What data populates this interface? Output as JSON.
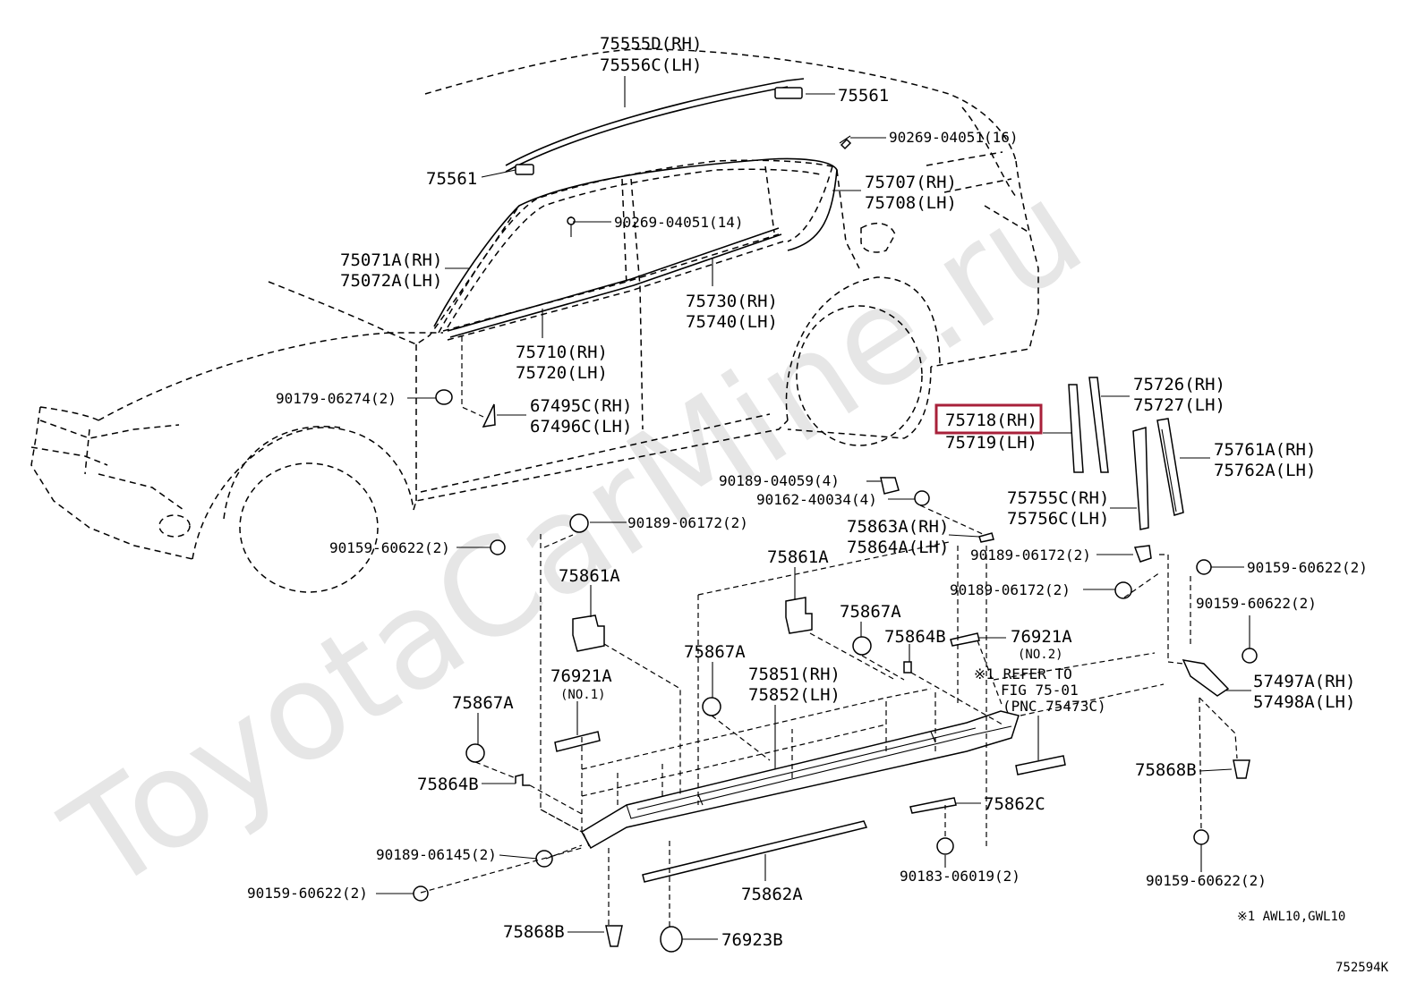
{
  "watermark": "ToyotaCarMine.ru",
  "highlight": "75718(RH)",
  "labels": {
    "l75555d": "75555D(RH)",
    "l75556c": "75556C(LH)",
    "l75561a": "75561",
    "l90269_16": "90269-04051(16)",
    "l75561b": "75561",
    "l75707": "75707(RH)",
    "l75708": "75708(LH)",
    "l90269_14": "90269-04051(14)",
    "l75071": "75071A(RH)",
    "l75072": "75072A(LH)",
    "l75730": "75730(RH)",
    "l75740": "75740(LH)",
    "l75710": "75710(RH)",
    "l75720": "75720(LH)",
    "l90179": "90179-06274(2)",
    "l67495": "67495C(RH)",
    "l67496": "67496C(LH)",
    "l75726": "75726(RH)",
    "l75727": "75727(LH)",
    "l75718": "75718(RH)",
    "l75719": "75719(LH)",
    "l75761": "75761A(RH)",
    "l75762": "75762A(LH)",
    "l90189_04059": "90189-04059(4)",
    "l90162": "90162-40034(4)",
    "l75755": "75755C(RH)",
    "l75756": "75756C(LH)",
    "l90189_06172a": "90189-06172(2)",
    "l75863": "75863A(RH)",
    "l75864a": "75864A(LH)",
    "l90159_a": "90159-60622(2)",
    "l90189_06172b": "90189-06172(2)",
    "l90159_b": "90159-60622(2)",
    "l90189_06172c": "90189-06172(2)",
    "l75861a": "75861A",
    "l75861b": "75861A",
    "l90159_c": "90159-60622(2)",
    "l75867a": "75867A",
    "l75864b": "75864B",
    "l76921a2": "76921A",
    "l76921a2_no": "(NO.2)",
    "l75867b": "75867A",
    "l76921a1": "76921A",
    "l76921a1_no": "(NO.1)",
    "l75851": "75851(RH)",
    "l75852": "75852(LH)",
    "refer1": "※1 REFER TO",
    "refer2": "FIG 75-01",
    "refer3": "(PNC 75473C)",
    "l57497": "57497A(RH)",
    "l57498": "57498A(LH)",
    "l75867c": "75867A",
    "l75868b_r": "75868B",
    "l75864b_l": "75864B",
    "l75862c": "75862C",
    "l90189_06145": "90189-06145(2)",
    "l90159_d": "90159-60622(2)",
    "l90183": "90183-06019(2)",
    "l90159_e": "90159-60622(2)",
    "l75862a": "75862A",
    "l75868b_b": "75868B",
    "l76923b": "76923B",
    "footnote": "※1 AWL10,GWL10",
    "figure_id": "752594K"
  }
}
